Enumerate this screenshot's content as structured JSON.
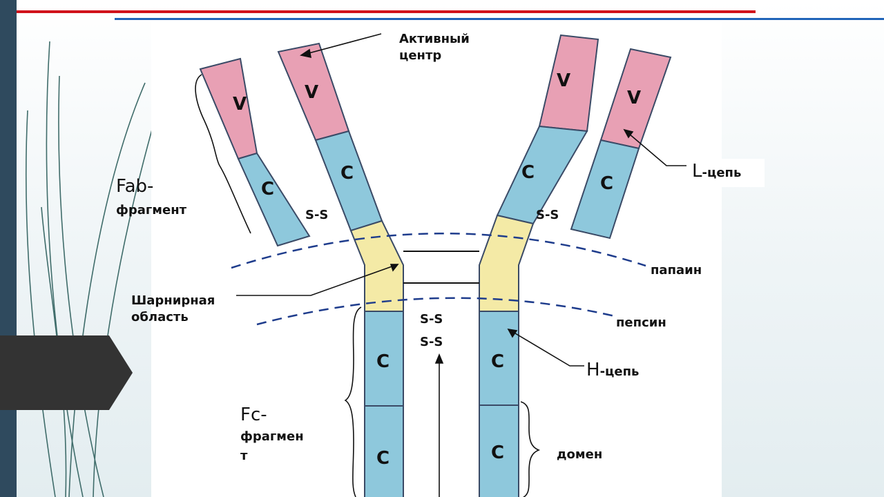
{
  "labels": {
    "active_center": "Активный\nцентр",
    "fab_prefix": "Fab-",
    "fab_suffix": "фрагмент",
    "hinge": "Шарнирная\nобласть",
    "fc_prefix": "Fc-",
    "fc_suffix": "фрагмен\nт",
    "l_chain_prefix": "L",
    "l_chain_suffix": "-цепь",
    "h_chain_prefix": "H",
    "h_chain_suffix": "-цепь",
    "papain": "папаин",
    "pepsin": "пепсин",
    "domain": "домен",
    "ss": "S-S"
  },
  "segment_letters": {
    "variable": "V",
    "constant": "C"
  },
  "colors": {
    "variable": "#e8a0b4",
    "constant": "#8ec8dc",
    "hinge": "#f4eaa6",
    "outline": "#3a4a66",
    "accent_red": "#d0121b",
    "accent_blue": "#1f63b8",
    "sidebar": "#2f4a5e",
    "tab": "#333333"
  }
}
